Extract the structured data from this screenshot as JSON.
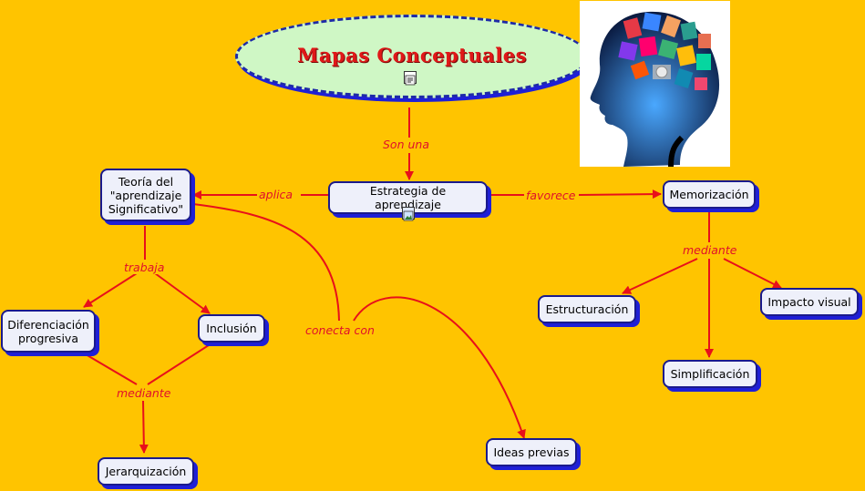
{
  "title": "Mapas Conceptuales",
  "nodes": {
    "estrategia": "Estrategia de aprendizaje",
    "teoria": "Teoría del \"aprendizaje Significativo\"",
    "memorizacion": "Memorización",
    "diferenciacion": "Diferenciación progresiva",
    "inclusion": "Inclusión",
    "jerarquizacion": "Jerarquización",
    "ideas_previas": "Ideas previas",
    "estructuracion": "Estructuración",
    "simplificacion": "Simplificación",
    "impacto_visual": "Impacto visual"
  },
  "links": {
    "son_una": "Son una",
    "aplica": "aplica",
    "favorece": "favorece",
    "trabaja": "trabaja",
    "mediante_left": "mediante",
    "mediante_right": "mediante",
    "conecta_con": "conecta con"
  },
  "colors": {
    "background": "#FFC400",
    "node_fill": "#EEF0FA",
    "node_border": "#1a1a8c",
    "link_text": "#E0102B",
    "arrow": "#E8101A",
    "title_fill": "#CFF7C5",
    "title_text": "#E01818"
  },
  "icons": [
    "document-icon",
    "image-icon",
    "head-brain-image"
  ]
}
